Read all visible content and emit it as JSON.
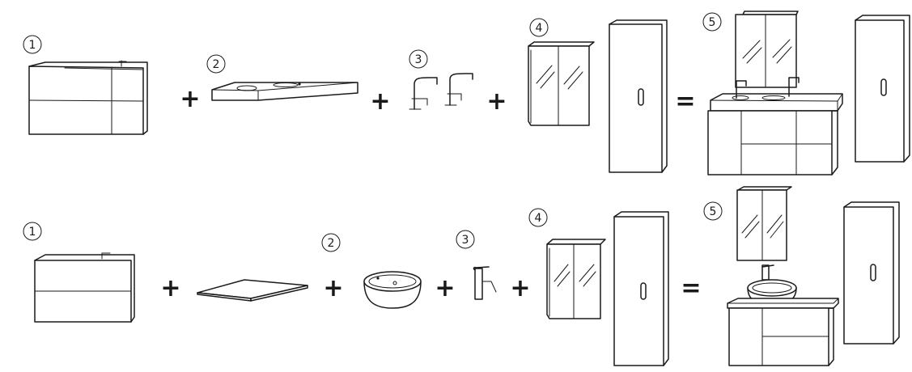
{
  "rows": [
    {
      "steps": [
        {
          "number": "1",
          "item": "double-drawer-base-cabinet"
        },
        {
          "number": "2",
          "item": "double-basin-countertop"
        },
        {
          "number": "3",
          "item": "two-faucets"
        },
        {
          "number": "4",
          "item": "mirror-cabinet-and-tall-cabinet"
        },
        {
          "number": "5",
          "item": "assembled-double-vanity"
        }
      ],
      "operators": [
        "+",
        "+",
        "+",
        "="
      ]
    },
    {
      "steps": [
        {
          "number": "1",
          "item": "single-base-cabinet"
        },
        {
          "number": "2",
          "item": "countertop-and-vessel-sink"
        },
        {
          "number": "3",
          "item": "faucet"
        },
        {
          "number": "4",
          "item": "mirror-cabinet-and-tall-cabinet"
        },
        {
          "number": "5",
          "item": "assembled-single-vanity"
        }
      ],
      "operators": [
        "+",
        "+",
        "+",
        "+",
        "="
      ]
    }
  ],
  "colors": {
    "line": "#1a1a1a",
    "background": "#ffffff"
  }
}
